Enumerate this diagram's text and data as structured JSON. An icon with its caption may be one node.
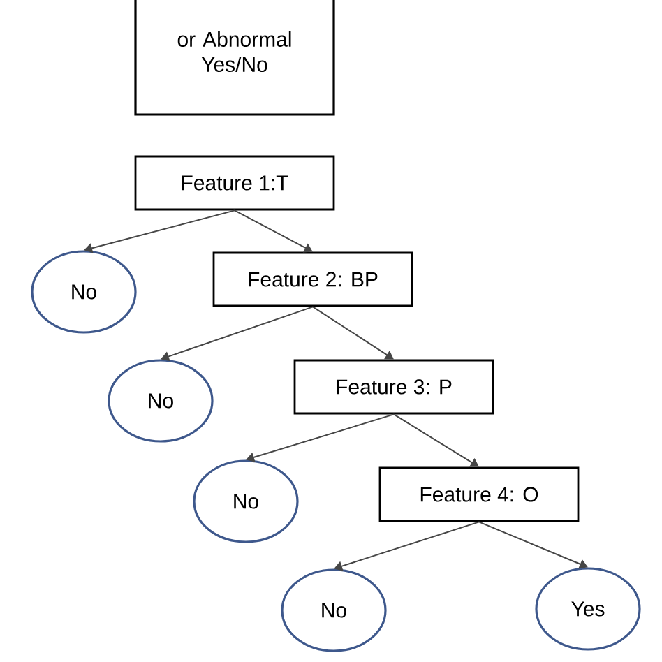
{
  "diagram": {
    "nodes": [
      {
        "text": [
          "or Abnormal Yes/No"
        ]
      },
      {
        "text": [
          "Feature 1:T"
        ]
      },
      {
        "text": [
          "No"
        ]
      },
      {
        "text": [
          "Feature 2: BP"
        ]
      },
      {
        "text": [
          "No"
        ]
      },
      {
        "text": [
          "Feature 3: P"
        ]
      },
      {
        "text": [
          "No"
        ]
      },
      {
        "text": [
          "Feature 4: O"
        ]
      },
      {
        "text": [
          "No"
        ]
      },
      {
        "text": [
          "Yes"
        ]
      }
    ],
    "edges": [
      {
        "from": 1,
        "to": 2,
        "arrow": "to"
      },
      {
        "from": 1,
        "to": 3,
        "arrow": "to"
      },
      {
        "from": 3,
        "to": 4,
        "arrow": "to"
      },
      {
        "from": 3,
        "to": 5,
        "arrow": "to"
      },
      {
        "from": 5,
        "to": 6,
        "arrow": "to"
      },
      {
        "from": 5,
        "to": 7,
        "arrow": "to"
      },
      {
        "from": 7,
        "to": 8,
        "arrow": "to"
      },
      {
        "from": 7,
        "to": 9,
        "arrow": "to"
      }
    ]
  }
}
